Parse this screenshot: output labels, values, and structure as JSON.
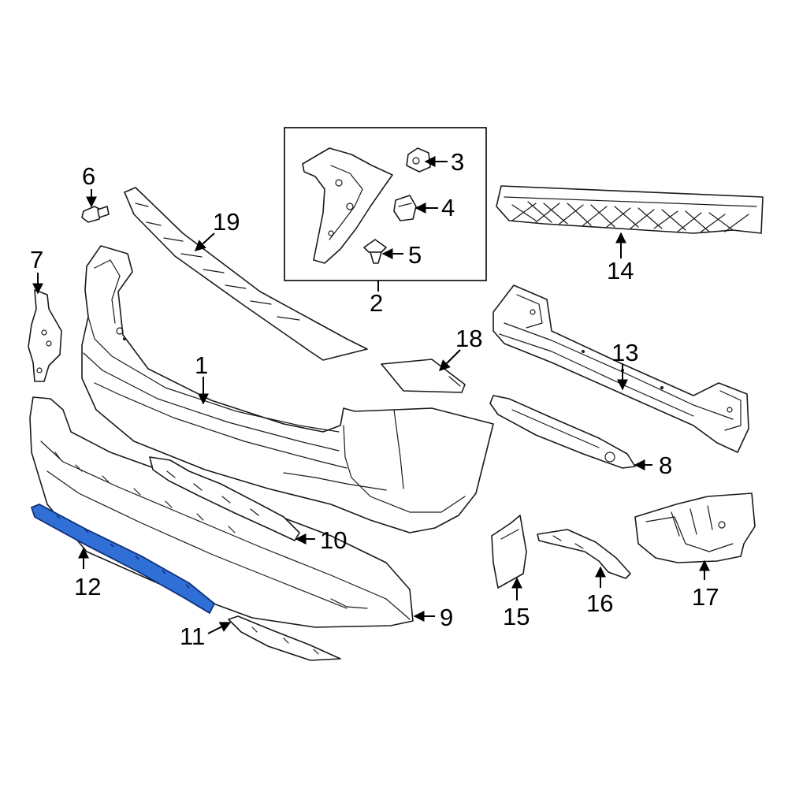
{
  "highlight_color": "#2f6fd6",
  "labels": {
    "1": "1",
    "2": "2",
    "3": "3",
    "4": "4",
    "5": "5",
    "6": "6",
    "7": "7",
    "8": "8",
    "9": "9",
    "10": "10",
    "11": "11",
    "12": "12",
    "13": "13",
    "14": "14",
    "15": "15",
    "16": "16",
    "17": "17",
    "18": "18",
    "19": "19"
  },
  "highlighted_part": "12"
}
